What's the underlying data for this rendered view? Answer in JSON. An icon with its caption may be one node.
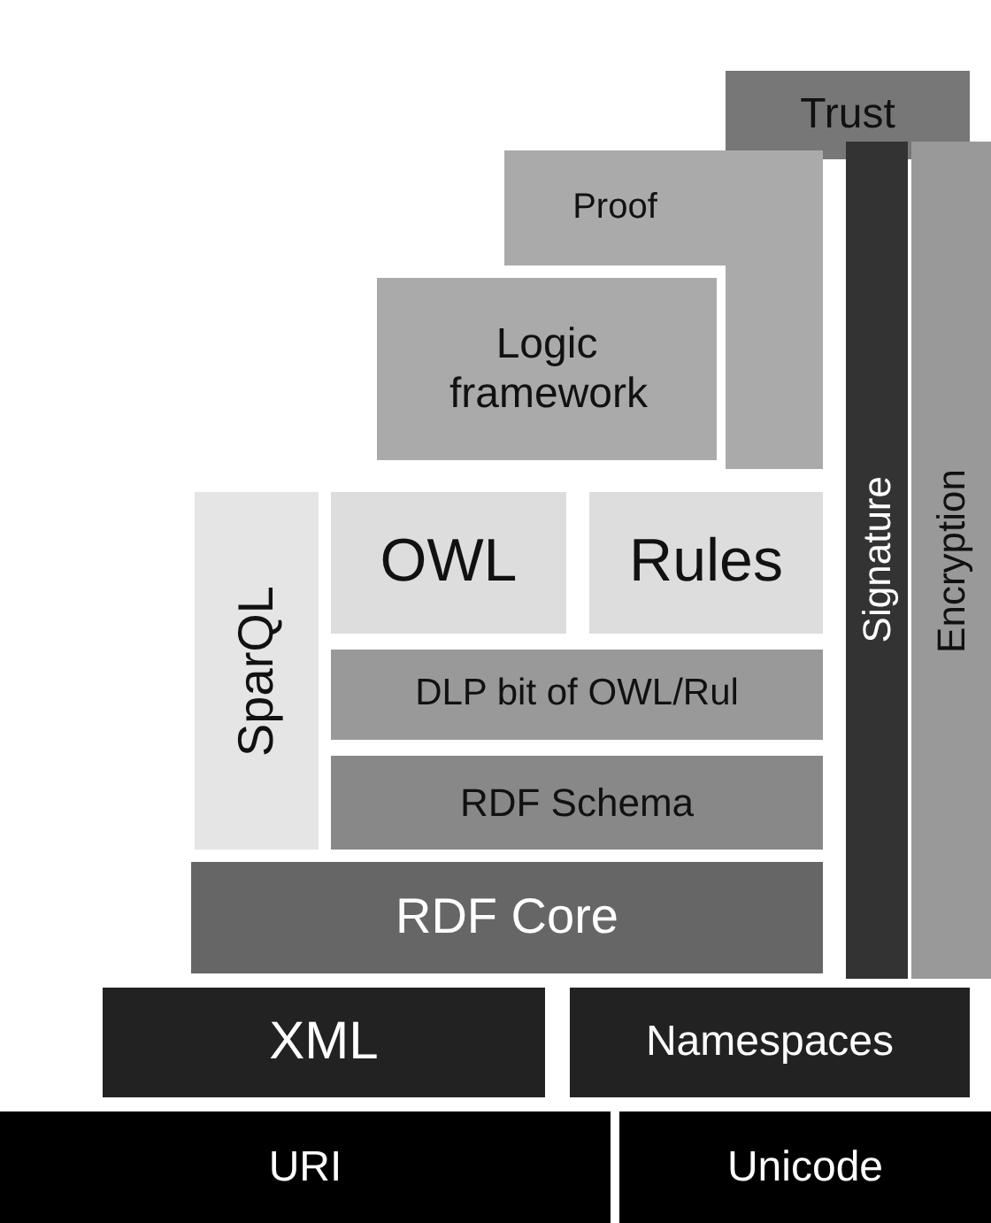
{
  "diagram": {
    "nodes": [
      {
        "text": [
          "Trust"
        ]
      },
      {
        "text": [
          "Proof"
        ]
      },
      {
        "text": [
          "Signature"
        ]
      },
      {
        "text": [
          "Encryption"
        ]
      },
      {
        "text": [
          "Logic framework"
        ]
      },
      {
        "text": [
          "SparQL"
        ]
      },
      {
        "text": [
          "OWL"
        ]
      },
      {
        "text": [
          "Rules"
        ]
      },
      {
        "text": [
          "DLP bit of OWL/Rul"
        ]
      },
      {
        "text": [
          "RDF Schema"
        ]
      },
      {
        "text": [
          "RDF Core"
        ]
      },
      {
        "text": [
          "XML"
        ]
      },
      {
        "text": [
          "Namespaces"
        ]
      },
      {
        "text": [
          "URI"
        ]
      },
      {
        "text": [
          "Unicode"
        ]
      }
    ]
  }
}
